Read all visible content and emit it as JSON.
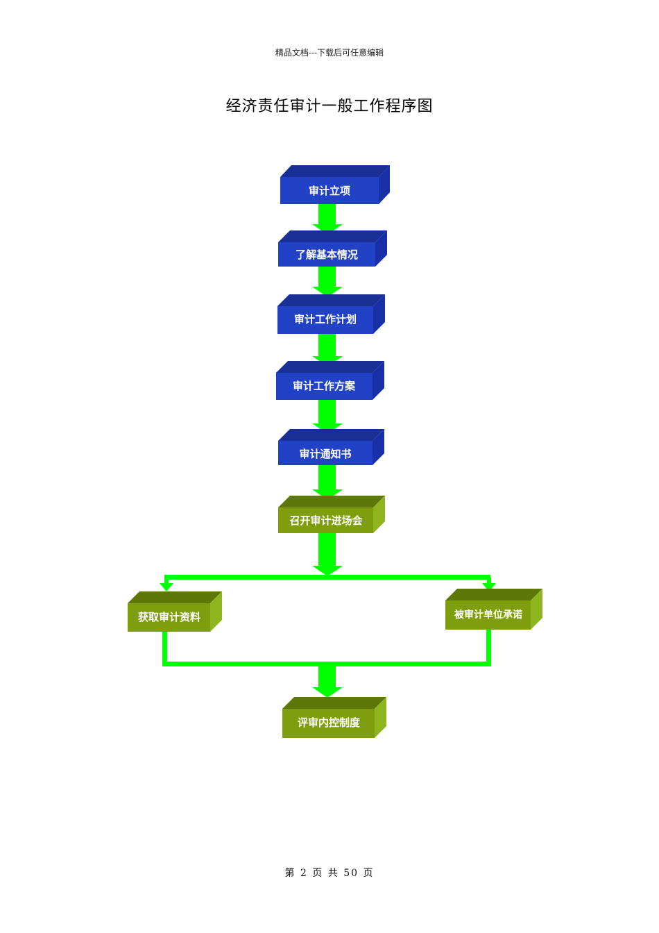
{
  "header": {
    "text": "精品文档---下载后可任意编辑"
  },
  "title": "经济责任审计一般工作程序图",
  "footer": {
    "text": "第 2 页 共 50 页"
  },
  "colors": {
    "blue_front": "#2142c6",
    "blue_top": "#1a2f96",
    "blue_side": "#1730a8",
    "olive_front": "#7e9e0d",
    "olive_top": "#5d7808",
    "olive_side": "#8fb51e",
    "arrow": "#00ff00"
  },
  "steps": [
    {
      "label": "审计立项"
    },
    {
      "label": "了解基本情况"
    },
    {
      "label": "审计工作计划"
    },
    {
      "label": "审计工作方案"
    },
    {
      "label": "审计通知书"
    },
    {
      "label": "召开审计进场会"
    },
    {
      "label": "获取审计资料"
    },
    {
      "label": "被审计单位承诺"
    },
    {
      "label": "评审内控制度"
    }
  ]
}
